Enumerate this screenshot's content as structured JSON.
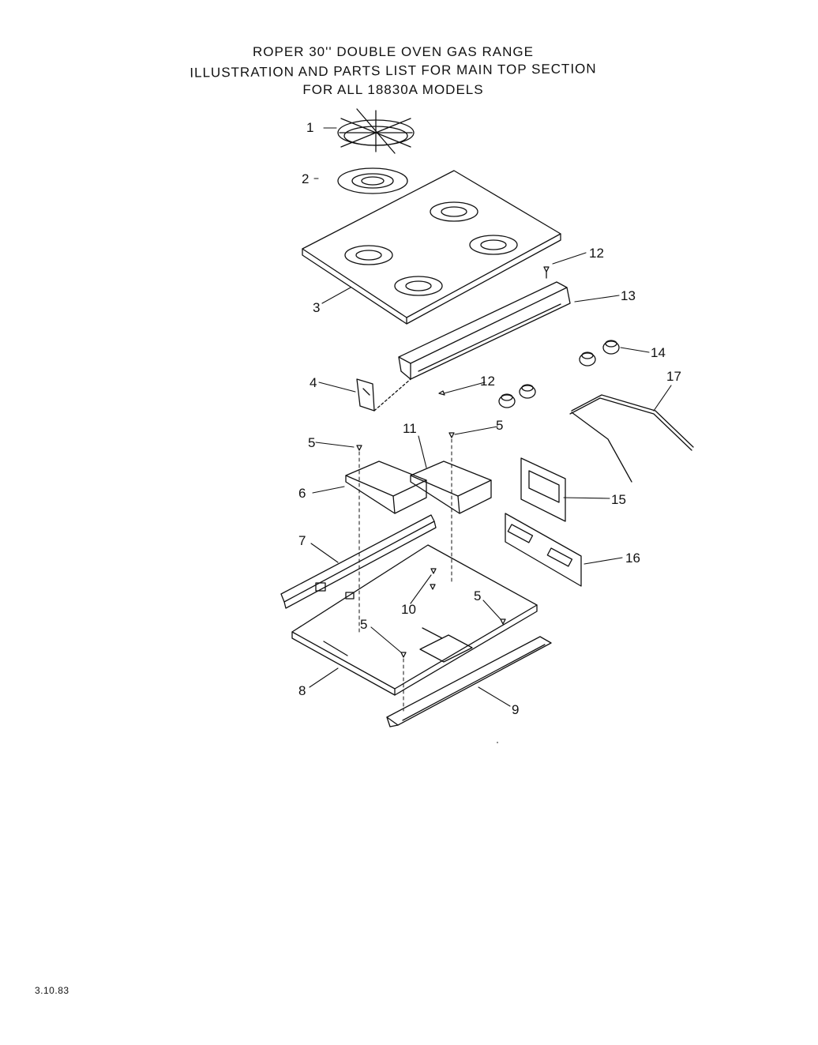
{
  "title": {
    "line1": "ROPER 30'' DOUBLE OVEN GAS RANGE",
    "line2": "ILLUSTRATION AND PARTS LIST FOR MAIN TOP SECTION",
    "line3": "FOR ALL 18830A MODELS"
  },
  "callouts": {
    "c1": "1",
    "c2": "2",
    "c3": "3",
    "c4": "4",
    "c5a": "5",
    "c5b": "5",
    "c5c": "5",
    "c5d": "5",
    "c6": "6",
    "c7": "7",
    "c8": "8",
    "c9": "9",
    "c10": "10",
    "c11": "11",
    "c12a": "12",
    "c12b": "12",
    "c13": "13",
    "c14": "14",
    "c15": "15",
    "c16": "16",
    "c17": "17"
  },
  "footer": {
    "date": "3.10.83"
  }
}
